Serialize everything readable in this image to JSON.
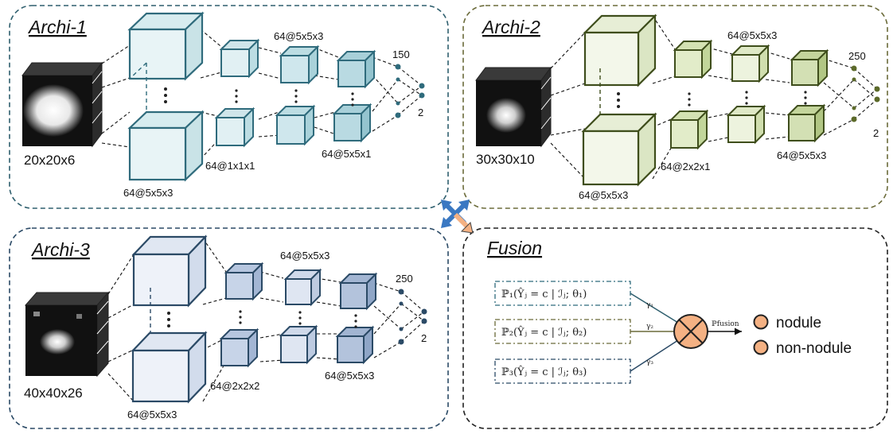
{
  "colors": {
    "archi1": "#2f6b7c",
    "archi2": "#4a5a22",
    "archi3": "#33506e",
    "fusion_circle": "#f4b183",
    "output_dot": "#f4b183"
  },
  "archi1": {
    "title": "Archi-1",
    "input_size": "20x20x6",
    "conv1": "64@5x5x3",
    "pool1": "64@1x1x1",
    "conv2": "64@5x5x3",
    "conv3": "64@5x5x1",
    "fc": "150",
    "out": "2"
  },
  "archi2": {
    "title": "Archi-2",
    "input_size": "30x30x10",
    "conv1": "64@5x5x3",
    "pool1": "64@2x2x1",
    "conv2": "64@5x5x3",
    "conv3": "64@5x5x3",
    "fc": "250",
    "out": "2"
  },
  "archi3": {
    "title": "Archi-3",
    "input_size": "40x40x26",
    "conv1": "64@5x5x3",
    "pool1": "64@2x2x2",
    "conv2": "64@5x5x3",
    "conv3": "64@5x5x3",
    "fc": "250",
    "out": "2"
  },
  "fusion": {
    "title": "Fusion",
    "formulas": [
      {
        "p": "ℙ₁(Ŷⱼ = c | ℐⱼ; θ₁)",
        "g": "γ₁"
      },
      {
        "p": "ℙ₂(Ŷⱼ = c | ℐⱼ; θ₂)",
        "g": "γ₂"
      },
      {
        "p": "ℙ₃(Ŷⱼ = c | ℐⱼ; θ₃)",
        "g": "γ₃"
      }
    ],
    "p_fusion": "ℙfusion",
    "out1": "nodule",
    "out2": "non-nodule"
  }
}
